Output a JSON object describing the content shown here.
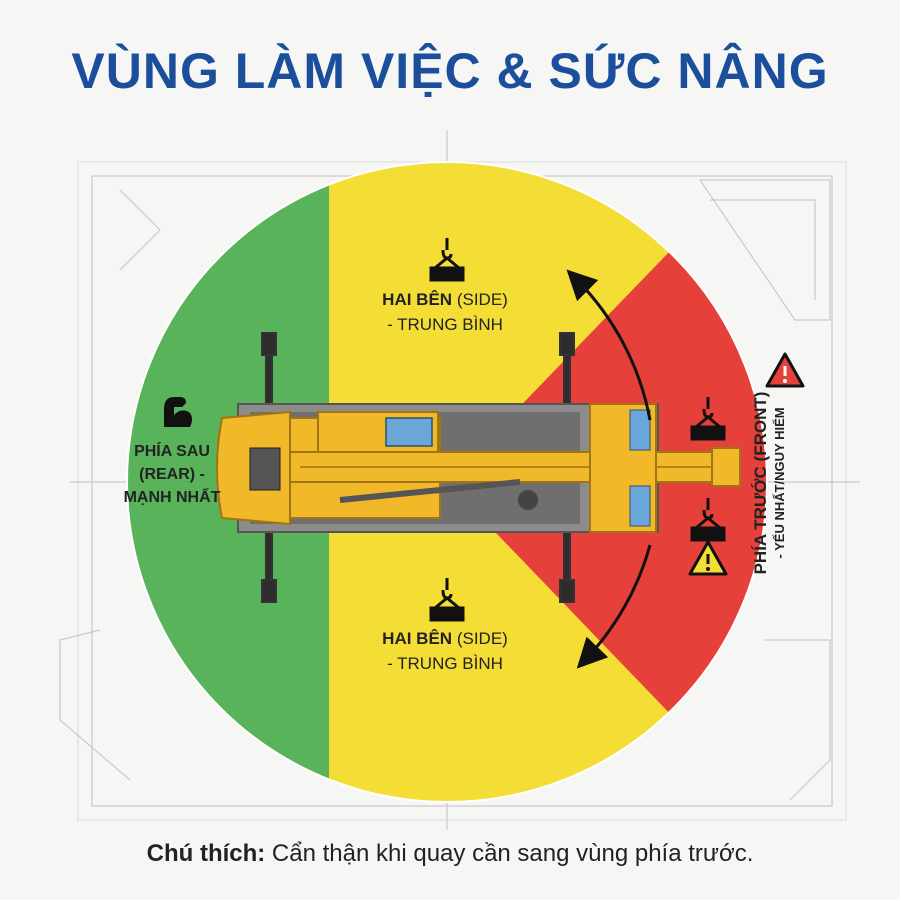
{
  "title": "VÙNG LÀM VIỆC & SỨC NÂNG",
  "zones": {
    "rear": {
      "line1": "PHÍA SAU",
      "line2": "(REAR) -",
      "line3": "MẠNH NHẤT",
      "color": "#58b35a",
      "icon": "flexed-bicep-icon"
    },
    "side_top": {
      "name": "HAI BÊN",
      "tag": "(SIDE)",
      "rating": "- TRUNG BÌNH",
      "color": "#f4dd35",
      "icon": "crane-hook-load-icon"
    },
    "side_bottom": {
      "name": "HAI BÊN",
      "tag": "(SIDE)",
      "rating": "- TRUNG BÌNH",
      "color": "#f4dd35",
      "icon": "crane-hook-load-icon"
    },
    "front": {
      "main": "PHÍA TRƯỚC (FRONT)",
      "sub": "- YẾU NHẤT/NGUY HIỂM",
      "color": "#e5403a",
      "icon": "warning-triangle-icon"
    }
  },
  "caption": {
    "label": "Chú thích:",
    "text": " Cẩn thận khi quay cần sang vùng phía trước."
  },
  "colors": {
    "title": "#1b4f9c",
    "crane_body": "#f1b82a",
    "cab_window": "#6aa7d8",
    "chassis": "#8a8a8a"
  }
}
